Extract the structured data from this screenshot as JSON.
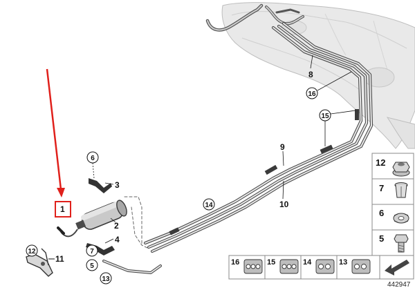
{
  "diagram_id": "442947",
  "accent_color": "#e0201b",
  "callouts": {
    "c1": "1",
    "c2": "2",
    "c3": "3",
    "c4": "4",
    "c5": "5",
    "c6": "6",
    "c7": "7",
    "c8": "8",
    "c9": "9",
    "c10": "10",
    "c11": "11",
    "c12": "12",
    "c13": "13",
    "c14": "14",
    "c15": "15",
    "c16": "16"
  },
  "side_panel": [
    "12",
    "7",
    "6",
    "5"
  ],
  "bottom_panel": [
    "16",
    "15",
    "14",
    "13"
  ],
  "icons": {
    "pointer": "red-arrow-icon",
    "nav": "arrow-left-icon"
  }
}
